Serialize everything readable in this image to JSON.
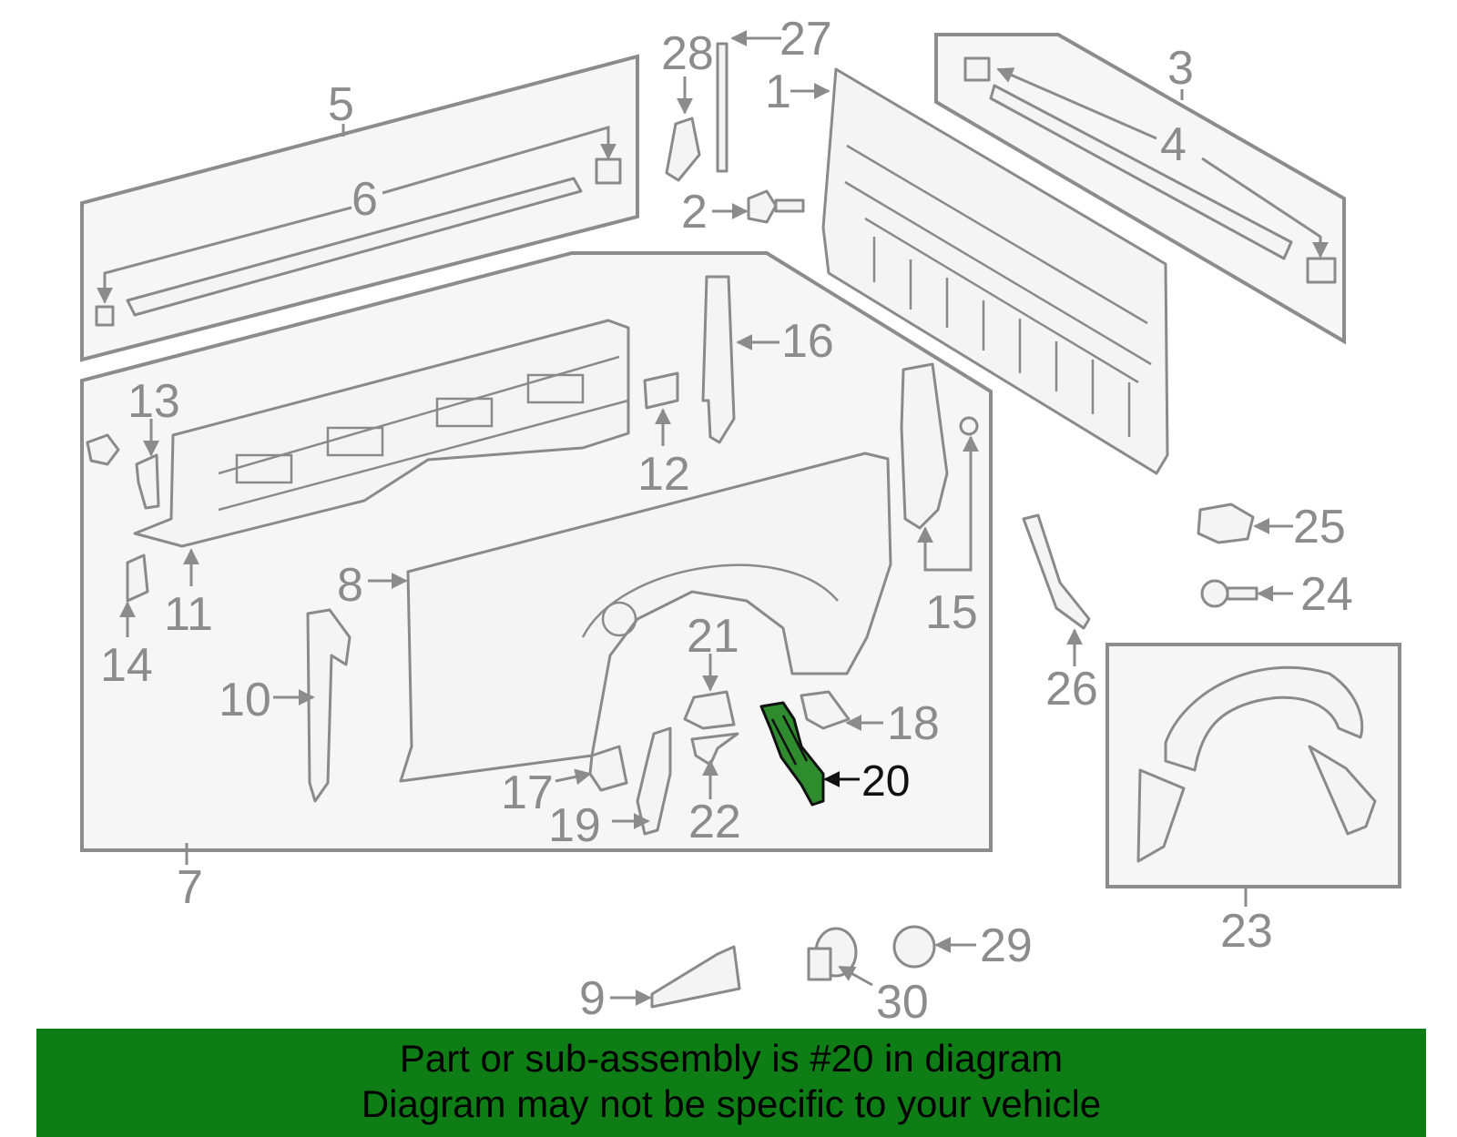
{
  "diagram": {
    "highlight_color": "#2e8b2e",
    "line_color": "#8c8c8c",
    "highlighted_part": "20",
    "callouts": [
      "1",
      "2",
      "3",
      "4",
      "5",
      "6",
      "7",
      "8",
      "9",
      "10",
      "11",
      "12",
      "13",
      "14",
      "15",
      "16",
      "17",
      "18",
      "19",
      "20",
      "21",
      "22",
      "23",
      "24",
      "25",
      "26",
      "27",
      "28",
      "29",
      "30"
    ]
  },
  "footer": {
    "background": "#0e7d15",
    "line1": "Part or sub-assembly is #20 in diagram",
    "line2": "Diagram may not be specific to your vehicle"
  }
}
